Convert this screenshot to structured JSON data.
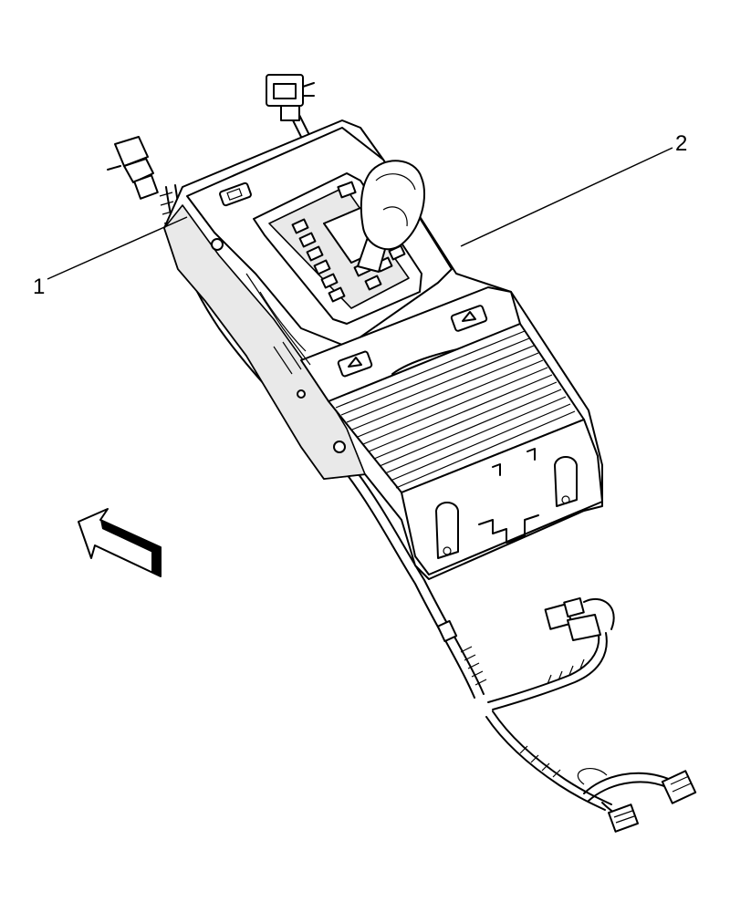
{
  "figure": {
    "callouts": [
      {
        "id": "1",
        "label": "1"
      },
      {
        "id": "2",
        "label": "2"
      }
    ],
    "direction_indicator": "forward-arrow-icon"
  }
}
